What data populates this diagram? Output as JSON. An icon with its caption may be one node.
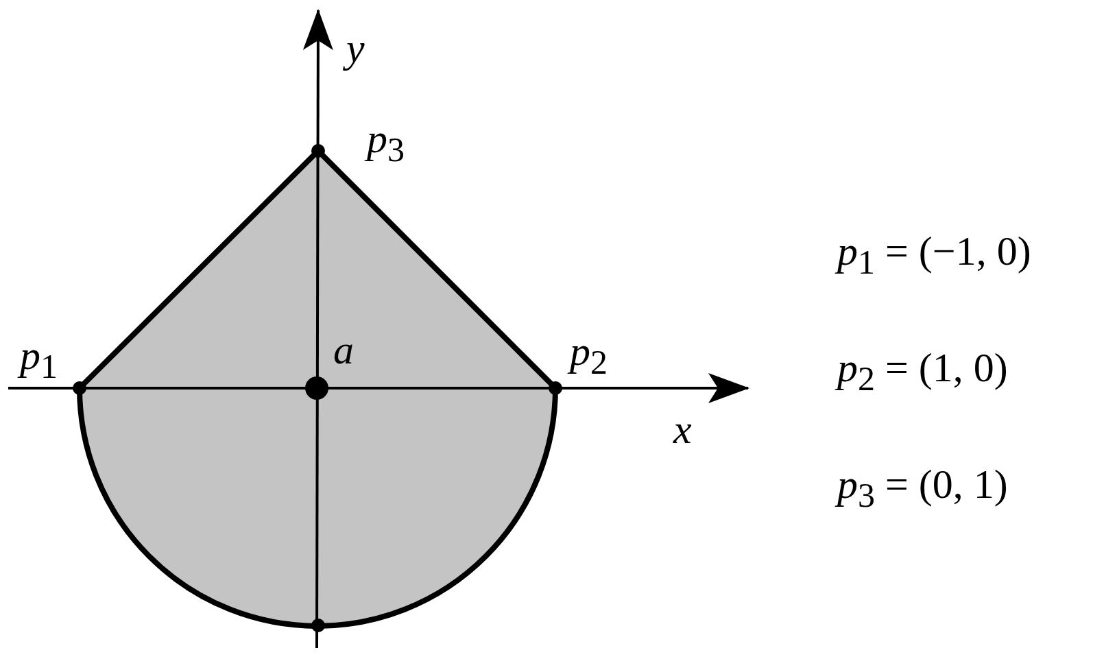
{
  "diagram": {
    "labels": [
      "*y*",
      "*p*$_{3}$",
      "*p*$_{1}$",
      "*a*",
      "*p*$_{2}$",
      "*x*",
      "*p*$_{1}$ = (−1, 0)",
      "*p*$_{2}$ = (1, 0)",
      "*p*$_{3}$ = (0, 1)"
    ]
  }
}
